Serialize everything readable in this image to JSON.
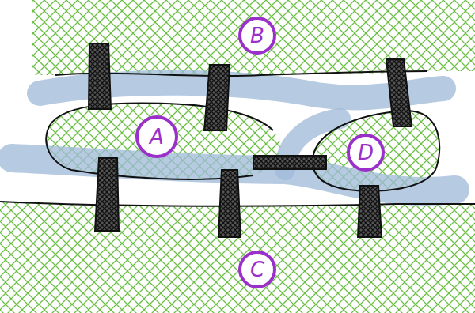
{
  "diagram": {
    "nodes": [
      {
        "text": [
          "B"
        ]
      },
      {
        "text": [
          "A"
        ]
      },
      {
        "text": [
          "D"
        ]
      },
      {
        "text": [
          "C"
        ]
      }
    ]
  }
}
